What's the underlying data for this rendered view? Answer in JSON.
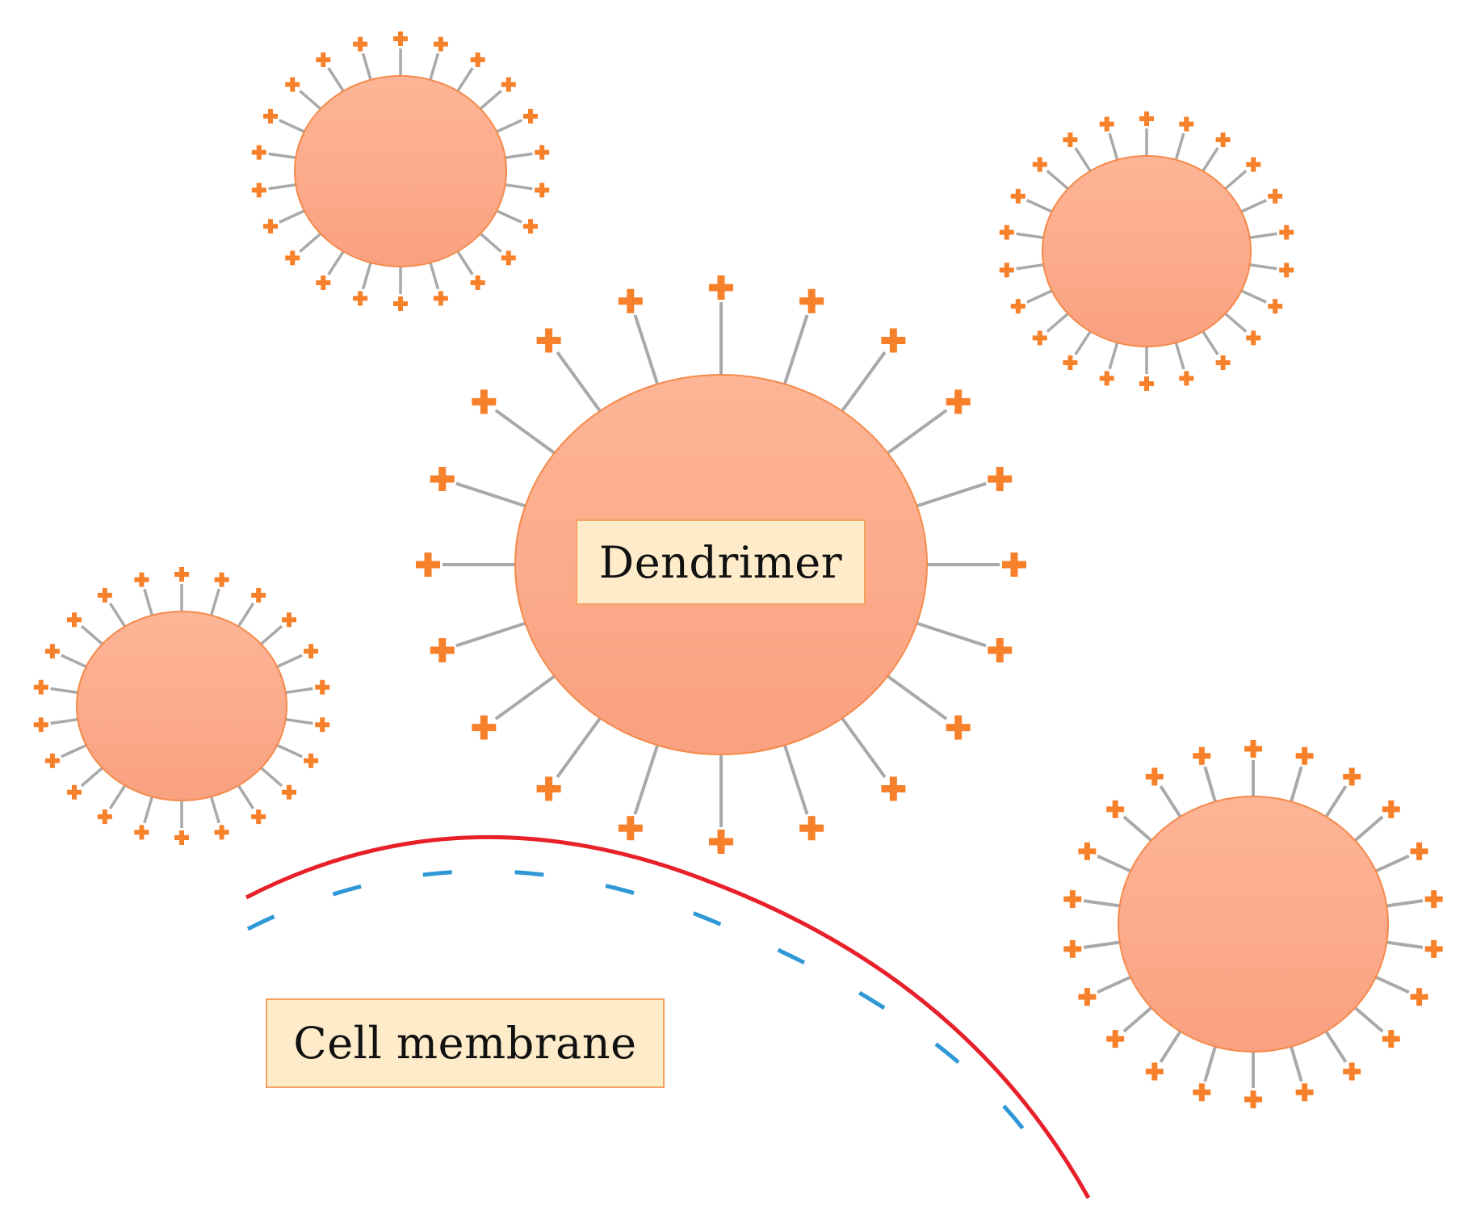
{
  "labels": {
    "dendrimer": "Dendrimer",
    "cell_membrane": "Cell membrane"
  },
  "colors": {
    "core_fill_top": "#fdb596",
    "core_fill_bottom": "#f9a180",
    "core_stroke": "#f58a4b",
    "arm": "#a9a9a9",
    "charge": "#f7812a",
    "membrane_outer": "#e8202a",
    "membrane_inner": "#2f97d6",
    "label_fill": "#fdebc9",
    "label_border": "#f4a261"
  },
  "icons": {
    "charge": "plus-sign"
  }
}
